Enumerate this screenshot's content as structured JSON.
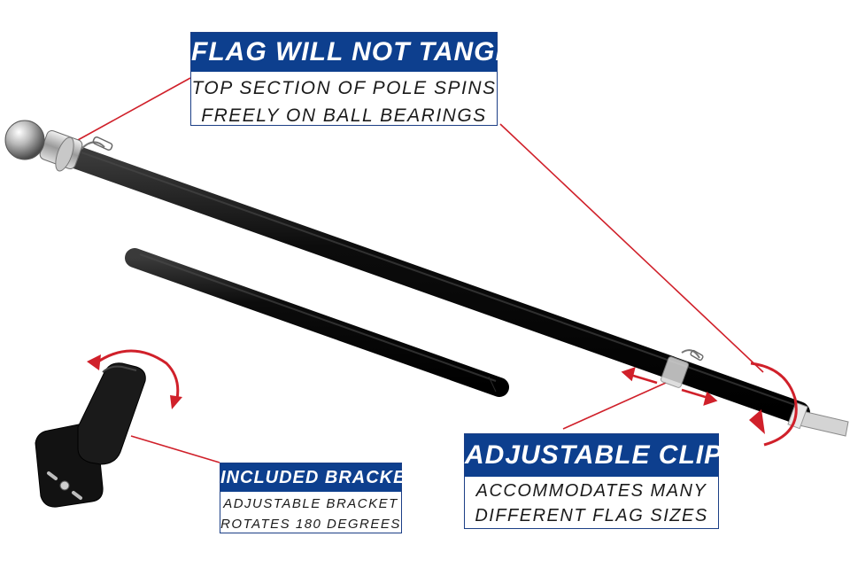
{
  "callouts": {
    "tangle": {
      "heading": "FLAG WILL NOT TANGLE",
      "lines": [
        "TOP SECTION OF POLE SPINS",
        "FREELY ON BALL BEARINGS"
      ]
    },
    "clip": {
      "heading": "ADJUSTABLE CLIP",
      "lines": [
        "ACCOMMODATES MANY",
        "DIFFERENT FLAG SIZES"
      ]
    },
    "bracket": {
      "heading": "INCLUDED BRACKET",
      "lines": [
        "ADJUSTABLE BRACKET",
        "ROTATES 180 DEGREES"
      ]
    }
  },
  "colors": {
    "banner": "#0d3f8e",
    "pointer": "#d0202a",
    "pole": "#0b0b0b"
  }
}
